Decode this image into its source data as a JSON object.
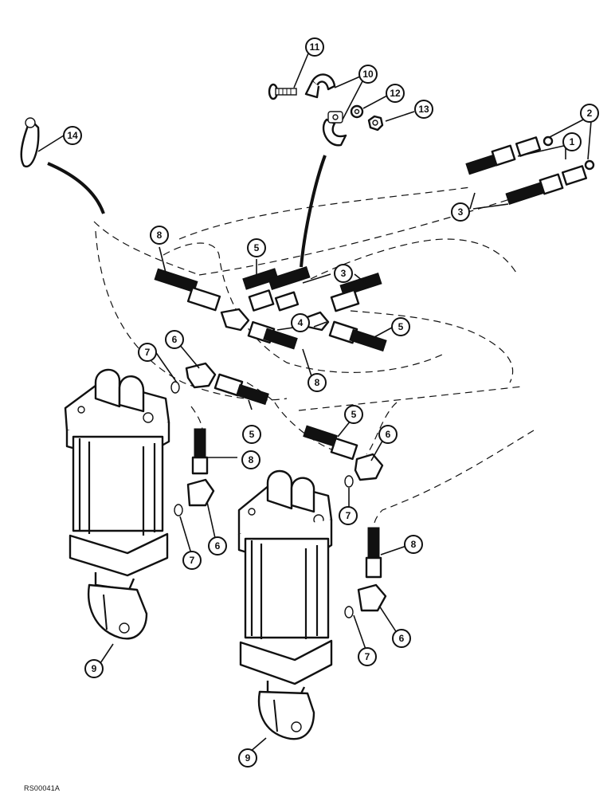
{
  "figure_code": "RS00041A",
  "callouts": [
    {
      "id": "c1",
      "label": "1"
    },
    {
      "id": "c2",
      "label": "2"
    },
    {
      "id": "c3a",
      "label": "3"
    },
    {
      "id": "c3b",
      "label": "3"
    },
    {
      "id": "c4",
      "label": "4"
    },
    {
      "id": "c5a",
      "label": "5"
    },
    {
      "id": "c5b",
      "label": "5"
    },
    {
      "id": "c5c",
      "label": "5"
    },
    {
      "id": "c5d",
      "label": "5"
    },
    {
      "id": "c6a",
      "label": "6"
    },
    {
      "id": "c6b",
      "label": "6"
    },
    {
      "id": "c6c",
      "label": "6"
    },
    {
      "id": "c6d",
      "label": "6"
    },
    {
      "id": "c7a",
      "label": "7"
    },
    {
      "id": "c7b",
      "label": "7"
    },
    {
      "id": "c7c",
      "label": "7"
    },
    {
      "id": "c7d",
      "label": "7"
    },
    {
      "id": "c8a",
      "label": "8"
    },
    {
      "id": "c8b",
      "label": "8"
    },
    {
      "id": "c8c",
      "label": "8"
    },
    {
      "id": "c8d",
      "label": "8"
    },
    {
      "id": "c9a",
      "label": "9"
    },
    {
      "id": "c9b",
      "label": "9"
    },
    {
      "id": "c10",
      "label": "10"
    },
    {
      "id": "c11",
      "label": "11"
    },
    {
      "id": "c12",
      "label": "12"
    },
    {
      "id": "c13",
      "label": "13"
    },
    {
      "id": "c14",
      "label": "14"
    }
  ]
}
